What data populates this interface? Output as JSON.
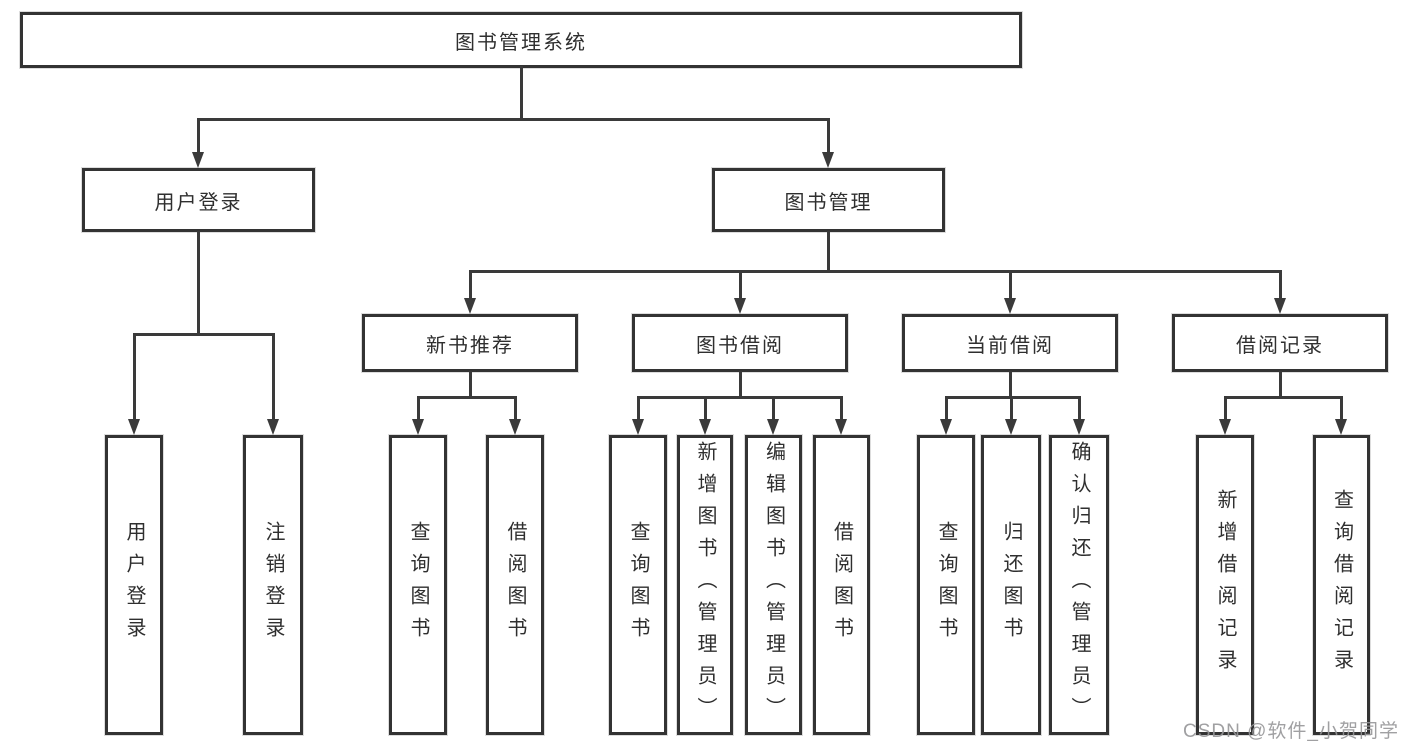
{
  "diagram": {
    "tree": {
      "root": {
        "label": "图书管理系统",
        "children": [
          {
            "label": "用户登录",
            "children": [
              {
                "label": "用户登录"
              },
              {
                "label": "注销登录"
              }
            ]
          },
          {
            "label": "图书管理",
            "children": [
              {
                "label": "新书推荐",
                "children": [
                  {
                    "label": "查询图书"
                  },
                  {
                    "label": "借阅图书"
                  }
                ]
              },
              {
                "label": "图书借阅",
                "children": [
                  {
                    "label": "查询图书"
                  },
                  {
                    "label": "新增图书（管理员）"
                  },
                  {
                    "label": "编辑图书（管理员）"
                  },
                  {
                    "label": "借阅图书"
                  }
                ]
              },
              {
                "label": "当前借阅",
                "children": [
                  {
                    "label": "查询图书"
                  },
                  {
                    "label": "归还图书"
                  },
                  {
                    "label": "确认归还（管理员）"
                  }
                ]
              },
              {
                "label": "借阅记录",
                "children": [
                  {
                    "label": "新增借阅记录"
                  },
                  {
                    "label": "查询借阅记录"
                  }
                ]
              }
            ]
          }
        ]
      }
    },
    "colors": {
      "line": "#3a3a3a",
      "box_border": "#333333",
      "box_background": "#ffffff",
      "text": "#2f2f2f",
      "background": "#ffffff",
      "watermark": "#969698"
    }
  },
  "watermark": {
    "text": "CSDN @软件_小贺同学"
  }
}
